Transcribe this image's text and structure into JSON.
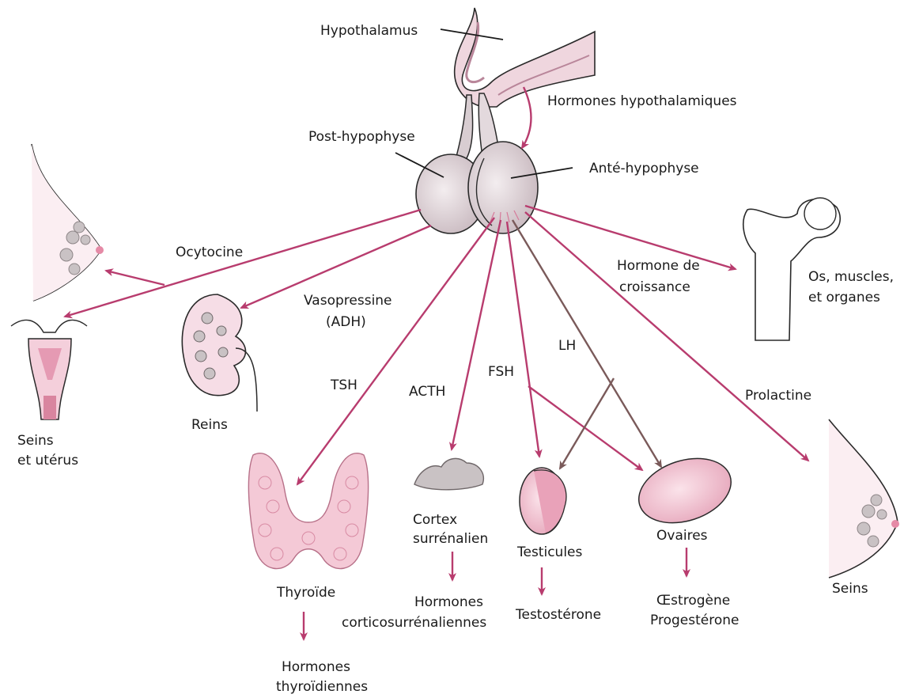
{
  "labels": {
    "hypothalamus": "Hypothalamus",
    "hormones_hypo": "Hormones hypothalamiques",
    "post_hypophyse": "Post-hypophyse",
    "ante_hypophyse": "Anté-hypophyse",
    "ocytocine": "Ocytocine",
    "vasopressine_1": "Vasopressine",
    "vasopressine_2": "(ADH)",
    "hormone_croissance_1": "Hormone de",
    "hormone_croissance_2": "croissance",
    "os_1": "Os, muscles,",
    "os_2": "et organes",
    "tsh": "TSH",
    "acth": "ACTH",
    "fsh": "FSH",
    "lh": "LH",
    "prolactine": "Prolactine",
    "seins_uterus_1": "Seins",
    "seins_uterus_2": "et utérus",
    "reins": "Reins",
    "thyroide": "Thyroïde",
    "hormones_thyro_1": "Hormones",
    "hormones_thyro_2": "thyroïdiennes",
    "cortex_1": "Cortex",
    "cortex_2": "surrénalien",
    "hormones_cortico_1": "Hormones",
    "hormones_cortico_2": "corticosurrénaliennes",
    "testicules": "Testicules",
    "testosterone": "Testostérone",
    "ovaires": "Ovaires",
    "oestrogene": "Œstrogène",
    "progesterone": "Progestérone",
    "seins": "Seins"
  },
  "colors": {
    "arrow_pink": "#b83c6e",
    "arrow_brown": "#7a5a5a",
    "gland_grey": "#d8cdd1",
    "tissue_pink": "#f2c9d6",
    "outline": "#2a2a2a"
  }
}
